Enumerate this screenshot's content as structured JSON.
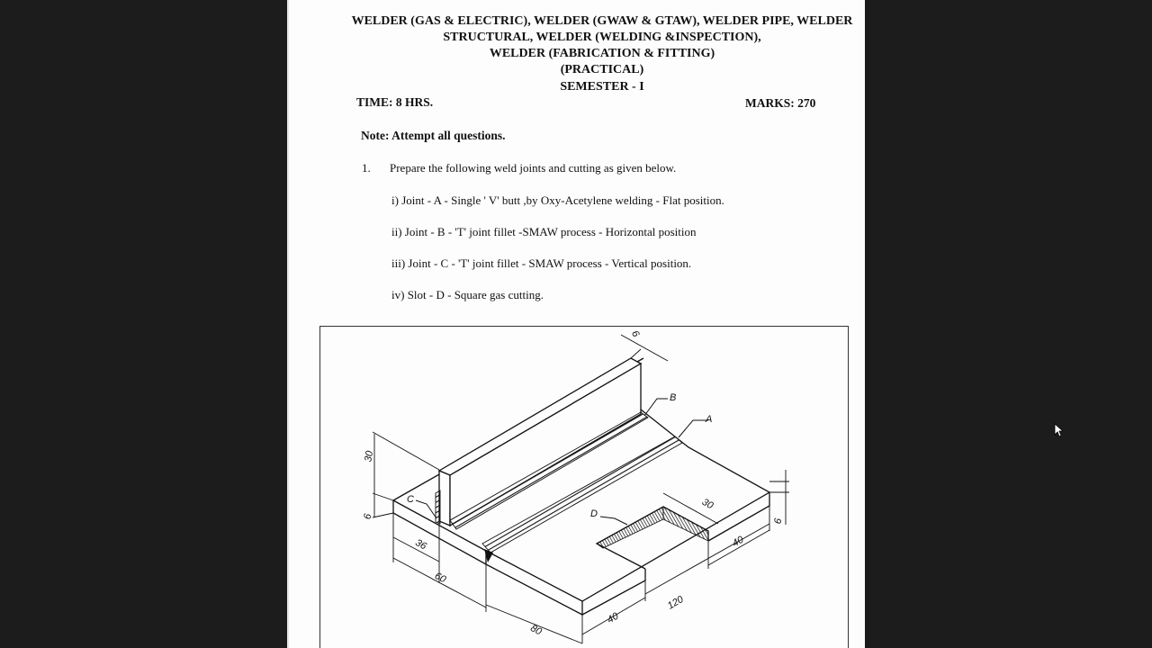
{
  "header": {
    "line1": "WELDER (GAS & ELECTRIC), WELDER (GWAW & GTAW), WELDER PIPE, WELDER",
    "line2": "STRUCTURAL, WELDER (WELDING &INSPECTION),",
    "line3": "WELDER (FABRICATION & FITTING)",
    "line4": "(PRACTICAL)",
    "line5": "SEMESTER - I"
  },
  "meta": {
    "time": "TIME: 8 HRS.",
    "marks": "MARKS: 270"
  },
  "note": "Note: Attempt all questions.",
  "question": {
    "number": "1.",
    "text": "Prepare the following weld joints and  cutting as given below.",
    "items": [
      "i) Joint -  A - Single ' V' butt ,by Oxy-Acetylene welding - Flat position.",
      "ii) Joint - B - 'T'  joint fillet -SMAW process - Horizontal position",
      "iii) Joint - C  -  'T' joint fillet  - SMAW process - Vertical position.",
      "iv) Slot   - D -   Square  gas cutting."
    ]
  },
  "drawing": {
    "labels": {
      "a": "A",
      "b": "B",
      "c": "C",
      "d": "D"
    },
    "dims": {
      "top_thickness": "6",
      "height_30": "30",
      "thick_6_left": "6",
      "width_36": "36",
      "width_60": "60",
      "width_80": "80",
      "width_40_bottom": "40",
      "length_120": "120",
      "slot_30": "30",
      "slot_40": "40",
      "thick_6_right": "6"
    }
  }
}
